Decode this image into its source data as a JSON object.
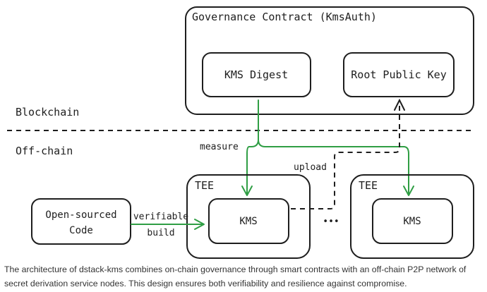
{
  "diagram": {
    "governance_title": "Governance Contract (KmsAuth)",
    "kms_digest": "KMS Digest",
    "root_public_key": "Root Public Key",
    "blockchain_label": "Blockchain",
    "offchain_label": "Off-chain",
    "measure_label": "measure",
    "upload_label": "upload",
    "tee_left_label": "TEE",
    "tee_right_label": "TEE",
    "kms_left": "KMS",
    "kms_right": "KMS",
    "source_line1": "Open-sourced",
    "source_line2": "Code",
    "verifiable_line1": "verifiable",
    "verifiable_line2": "build",
    "ellipsis": "•••"
  },
  "caption": "The architecture of dstack-kms combines on-chain governance through smart contracts with an off-chain P2P network of secret derivation service nodes. This design ensures both verifiability and resilience against compromise.",
  "colors": {
    "stroke": "#1e1e1e",
    "arrow_green": "#2f9e44",
    "caption_text": "#333333"
  }
}
